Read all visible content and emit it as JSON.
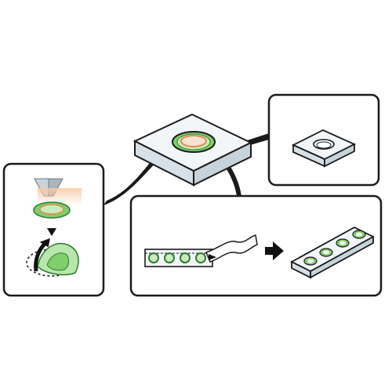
{
  "diagram": {
    "panels": [
      {
        "id": "cutting-process"
      },
      {
        "id": "single-part"
      },
      {
        "id": "strip-process"
      }
    ],
    "colors": {
      "outline": "#1a1a1a",
      "part_face": "#f2f6f8",
      "part_side": "#d6e0e6",
      "ring_green": "#7fcf6a",
      "ring_green_light": "#c8ecbd",
      "ring_orange": "#e8894e",
      "nozzle_glow": "#f8c9a6",
      "arrow": "#111111"
    },
    "icons": [
      "arrow-down-icon",
      "arrow-right-icon",
      "arrow-up-curved-icon"
    ]
  }
}
